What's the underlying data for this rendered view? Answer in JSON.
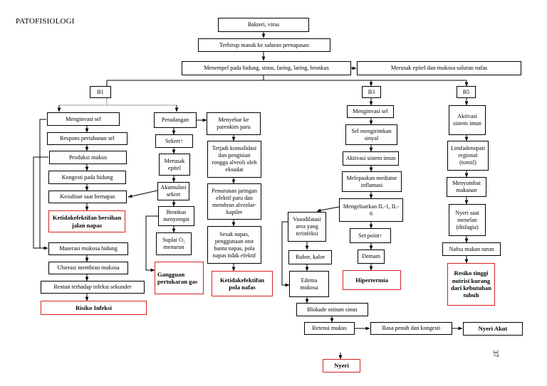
{
  "title": "PATOFISIOLOGI",
  "page_number": "37",
  "nodes": {
    "bakteri": "Bakteri, virus",
    "terhirup": "Terhirup masuk ke saluran pernapasan",
    "menempel": "Menempel pada hidung, sinus, faring, laring, bronkus",
    "merusak": "Merusak epitel dan mukosa saluran nafas",
    "b1": "B1",
    "b3": "B3",
    "b5": "B5",
    "menginvasi_b1": "Menginvasi sel",
    "respons": "Respons pertahanan sel",
    "produksi": "Produksi mukus",
    "kongesti": "Kongesti pada hidung",
    "kesulitan": "Kesulitan saat bernapas",
    "ketidakefektifan_jalan": "Ketidakefektifan bersihan jalan napas",
    "maserasi": "Maserasi mukosa hidung",
    "ulserasi": "Ulserasi membran mukosa",
    "rentan": "Rentan terhadap infeksi sekunder",
    "risiko_infeksi": "Risiko Infeksi",
    "peradangan": "Peradangan",
    "sekret": "Sekret",
    "merusak_epitel": "Merusak epitel",
    "akumulasi": "Akumulasi sekret",
    "bronkus": "Bronkus menyempit",
    "suplai": "Suplai O₂ menurun",
    "gangguan": "Gangguan pertukaran gas",
    "menyebar": "Menyebar ke parenkim paru",
    "konsolidasi": "Terjadi konsolidasi dan pengisian rongga alveoli oleh eksudat",
    "penurunan": "Penurunan jaringan efektif paru dan membran alveolar-kapiler",
    "sesak": "Sesak napas, penggunaan otot bantu napas, pola napas tidak efektif",
    "ketidakefektifan_pola": "Ketidakefektifan pola nafas",
    "menginvasi_b3": "Menginvasi sel",
    "sel_kirim": "Sel mengirimkan sinyal",
    "aktivasi_imun": "Aktivasi sistem imun",
    "melepaskan": "Melepaskan mediator inflamasi",
    "mengeluarkan": "Mengeluarkan IL-1, IL-6",
    "set_point": "Set point",
    "demam": "Demam",
    "hipertermia": "Hipertermia",
    "vasodilatasi": "Vasodilatasi area yang terinfeksi",
    "rubor": "Rubor, kalor",
    "edema": "Edema mukosa",
    "blokade": "Blokade ostium sinus",
    "retensi": "Retensi mukus",
    "rasa_penuh": "Rasa penuh dan kongesti",
    "nyeri_akut": "Nyeri Akut",
    "nyeri": "Nyeri",
    "aktivasi_b5": "Aktivasi sistem imun",
    "limfadenopati": "Limfadenopati regional (tonsil)",
    "menyumbat": "Menyumbat makanan",
    "nyeri_menelan": "Nyeri saat menelan (disfagia)",
    "nafsu": "Nafsu makan turun",
    "resiko_nutrisi": "Resiko tinggi nutrisi kurang dari kebutuhan tubuh"
  },
  "colors": {
    "diagnosis_border": "#d62020",
    "line": "#000000",
    "b1_branch_line": "#9a9a9a"
  }
}
